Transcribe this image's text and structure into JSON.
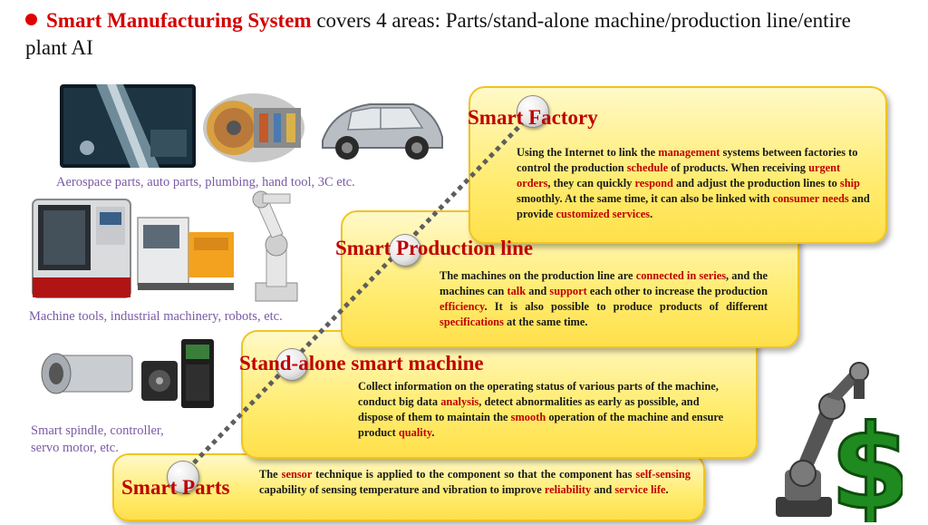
{
  "headline": {
    "strong": "Smart Manufacturing System",
    "rest": " covers 4 areas: Parts/stand-alone machine/production line/entire plant AI"
  },
  "captions": {
    "aerospace": "Aerospace parts, auto parts, plumbing, hand tool, 3C etc.",
    "machines": "Machine tools, industrial machinery, robots, etc.",
    "spindle_line1": "Smart spindle, controller,",
    "spindle_line2": "servo motor, etc."
  },
  "levels": {
    "factory": {
      "title": "Smart Factory",
      "text": [
        {
          "t": "Using the Internet to link the "
        },
        {
          "t": "management",
          "h": true
        },
        {
          "t": " systems between factories to control the production "
        },
        {
          "t": "schedule",
          "h": true
        },
        {
          "t": " of products. When receiving "
        },
        {
          "t": "urgent orders",
          "h": true
        },
        {
          "t": ", they can quickly "
        },
        {
          "t": "respond",
          "h": true
        },
        {
          "t": " and adjust the production lines to "
        },
        {
          "t": "ship",
          "h": true
        },
        {
          "t": " smoothly. At the same time, it can also be linked with "
        },
        {
          "t": "consumer needs",
          "h": true
        },
        {
          "t": " and provide "
        },
        {
          "t": "customized services",
          "h": true
        },
        {
          "t": "."
        }
      ]
    },
    "line": {
      "title": "Smart Production line",
      "text": [
        {
          "t": "The machines on the production line are "
        },
        {
          "t": "connected in series",
          "h": true
        },
        {
          "t": ", and the machines can "
        },
        {
          "t": "talk",
          "h": true
        },
        {
          "t": " and "
        },
        {
          "t": "support",
          "h": true
        },
        {
          "t": " each other to increase the production "
        },
        {
          "t": "efficiency",
          "h": true
        },
        {
          "t": ". It is also possible to produce products of different "
        },
        {
          "t": "specifications",
          "h": true
        },
        {
          "t": " at the same time."
        }
      ]
    },
    "machine": {
      "title": "Stand-alone smart machine",
      "text": [
        {
          "t": "Collect information on the operating status of various parts of the machine, conduct big data "
        },
        {
          "t": "analysis",
          "h": true
        },
        {
          "t": ", detect abnormalities as early as possible, and dispose of them to maintain the "
        },
        {
          "t": "smooth",
          "h": true
        },
        {
          "t": " operation of the machine and ensure product "
        },
        {
          "t": "quality",
          "h": true
        },
        {
          "t": "."
        }
      ]
    },
    "parts": {
      "title": "Smart Parts",
      "text": [
        {
          "t": "The "
        },
        {
          "t": "sensor",
          "h": true
        },
        {
          "t": " technique is applied to the component so that the component has "
        },
        {
          "t": "self-sensing",
          "h": true
        },
        {
          "t": " capability of sensing temperature and vibration to improve "
        },
        {
          "t": "reliability",
          "h": true
        },
        {
          "t": " and "
        },
        {
          "t": "service life",
          "h": true
        },
        {
          "t": "."
        }
      ]
    }
  },
  "colors": {
    "accent_red": "#c00000",
    "box_border": "#f0c420",
    "caption": "#7a5aa6",
    "dollar_green": "#1f8a1f"
  },
  "icons": [
    "bullet-dot",
    "dollar-sign-icon",
    "robot-arm-icon"
  ]
}
